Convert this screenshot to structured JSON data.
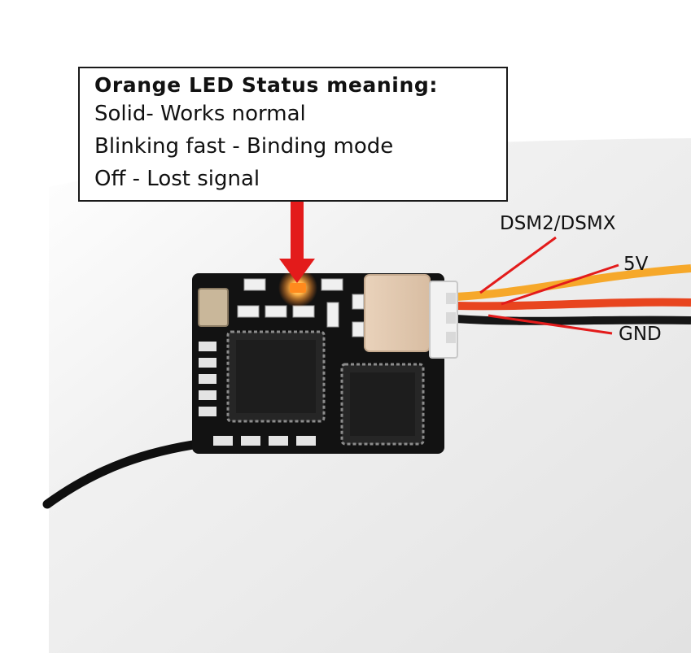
{
  "callout": {
    "title": "Orange LED Status meaning:",
    "lines": [
      "Solid- Works normal",
      "Blinking fast - Binding mode",
      "Off - Lost signal"
    ]
  },
  "wire_labels": {
    "signal": "DSM2/DSMX",
    "power": "5V",
    "ground": "GND"
  },
  "colors": {
    "arrow": "#e31b1b",
    "led": "#ff7a1a",
    "pcb": "#121212",
    "wire_signal": "#f5a623",
    "wire_power": "#e8451f",
    "wire_ground": "#1a1a1a"
  }
}
